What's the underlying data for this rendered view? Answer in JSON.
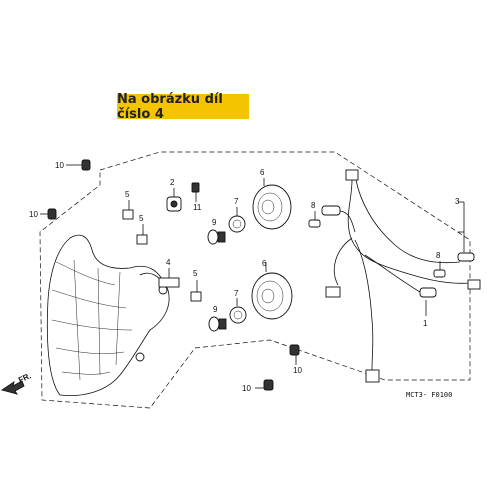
{
  "banner": {
    "text": "Na obrázku díl číslo 4"
  },
  "diagram": {
    "reference_code": "MCT3- F0100",
    "front_arrow_label": "FR.",
    "labels": {
      "p10a": "10",
      "p10b": "10",
      "p10c": "10",
      "p10d": "10",
      "p5a": "5",
      "p5b": "5",
      "p5c": "5",
      "p2": "2",
      "p11": "11",
      "p4": "4",
      "p6a": "6",
      "p6b": "6",
      "p7a": "7",
      "p7b": "7",
      "p9a": "9",
      "p9b": "9",
      "p8a": "8",
      "p8b": "8",
      "p3": "3",
      "p1": "1"
    }
  },
  "colors": {
    "banner": "#f5c400",
    "line": "#111111",
    "background": "#ffffff"
  },
  "icons": {
    "front_arrow": "arrow-left-down-icon"
  }
}
